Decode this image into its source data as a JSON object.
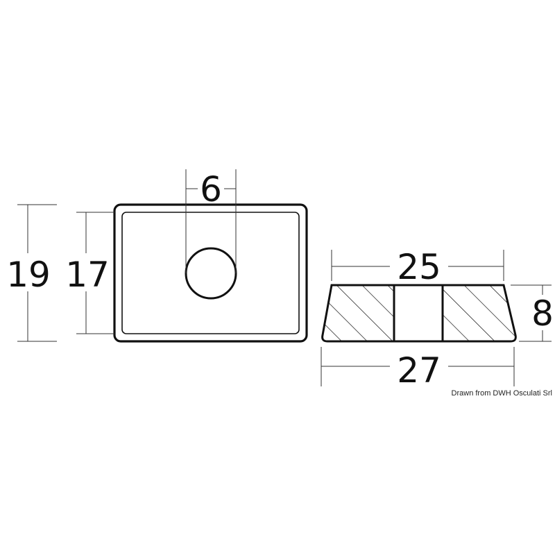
{
  "top_view": {
    "outer_height_label": "19",
    "inner_height_label": "17",
    "hole_diameter_label": "6"
  },
  "side_view": {
    "top_width_label": "25",
    "bottom_width_label": "27",
    "thickness_label": "8"
  },
  "credit": "Drawn from DWH Osculati Srl",
  "colors": {
    "line": "#111111",
    "dimension_line": "#333333",
    "background": "#ffffff"
  }
}
